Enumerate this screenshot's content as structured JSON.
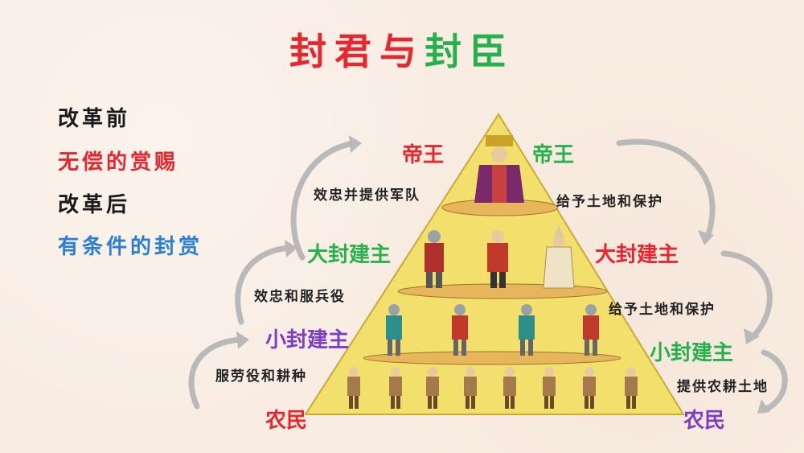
{
  "title": {
    "parts": [
      {
        "text": "封君",
        "color": "#e8262d"
      },
      {
        "text": "与",
        "color": "#e8262d"
      },
      {
        "text": "封臣",
        "color": "#27b14d"
      }
    ]
  },
  "left_panel": {
    "before_label": "改革前",
    "before_value": "无偿的赏赐",
    "after_label": "改革后",
    "after_value": "有条件的封赏"
  },
  "colors": {
    "black": "#1a1a1a",
    "red": "#e8262d",
    "green": "#27b14d",
    "blue": "#2a7fd4",
    "purple": "#7b3fc4",
    "pyramid_fill": "#f3df6b",
    "arrow": "#b9b9b9"
  },
  "ranks_left": {
    "emperor": "帝王",
    "great_lord": "大封建主",
    "small_lord": "小封建主",
    "peasant": "农民"
  },
  "ranks_right": {
    "emperor": "帝王",
    "great_lord": "大封建主",
    "small_lord": "小封建主",
    "peasant": "农民"
  },
  "duties_left": {
    "great_to_emperor": "效忠并提供军队",
    "small_to_great": "效忠和服兵役",
    "peasant_to_small": "服劳役和耕种"
  },
  "duties_right": {
    "emperor_to_great": "给予土地和保护",
    "great_to_small": "给予土地和保护",
    "small_to_peasant": "提供农耕土地"
  }
}
